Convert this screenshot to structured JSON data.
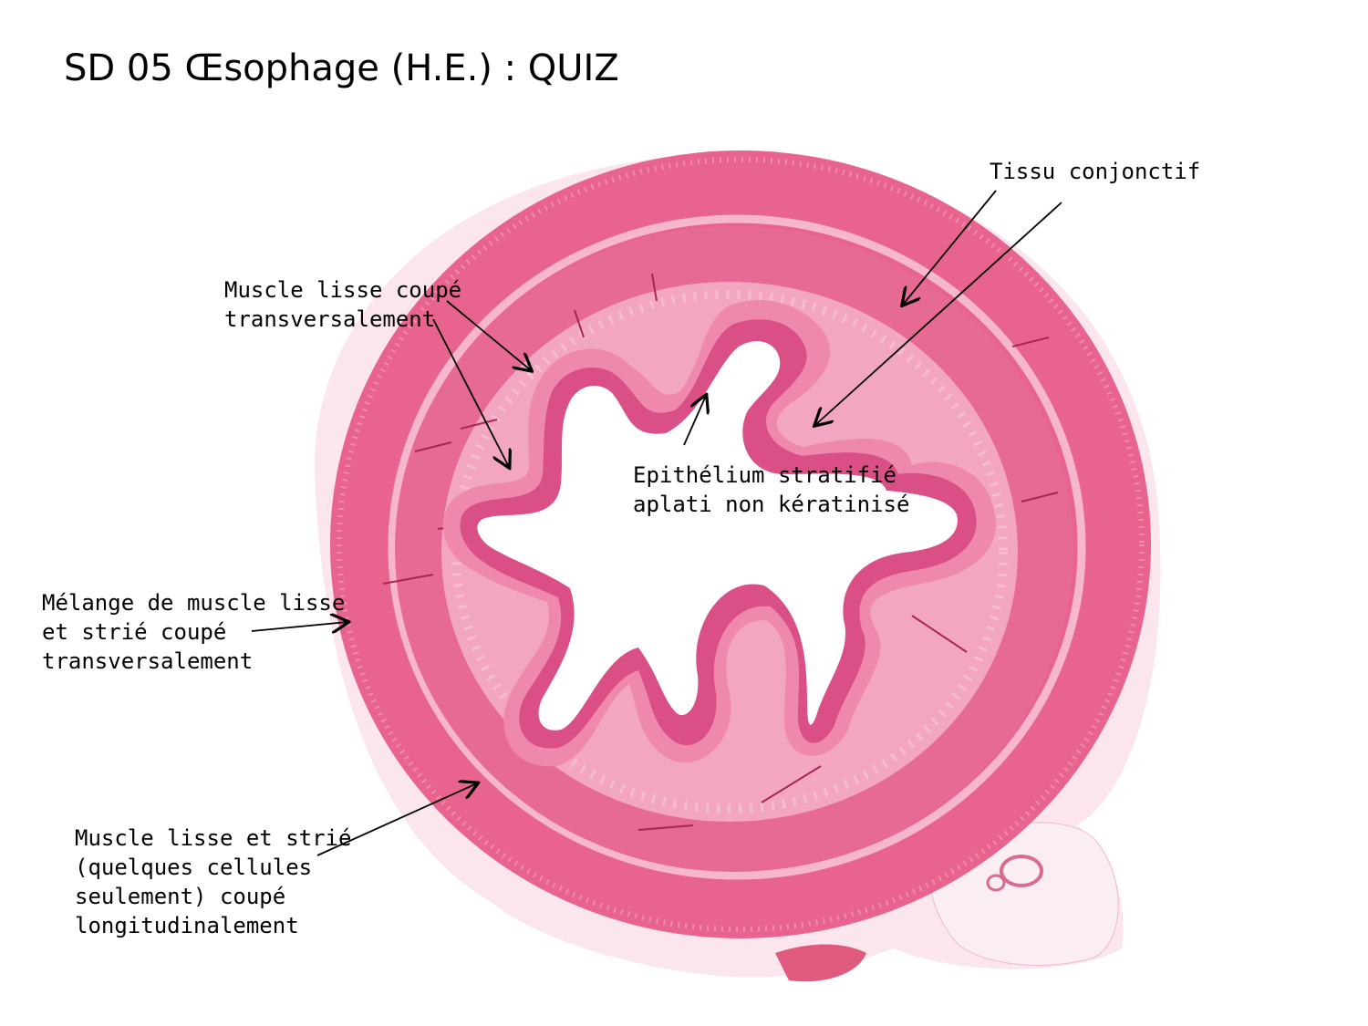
{
  "title": "SD 05 Œsophage (H.E.) : QUIZ",
  "labels": {
    "tissu_conjonctif": "Tissu conjonctif",
    "muscle_lisse_transv": [
      "Muscle lisse coupé",
      "transversalement"
    ],
    "epithelium": [
      "Epithélium stratifié",
      "aplati non kératinisé"
    ],
    "melange": [
      "Mélange de muscle lisse",
      "et strié coupé",
      "transversalement"
    ],
    "muscle_lisse_strie_long": [
      "Muscle lisse et strié",
      "(quelques cellules",
      "seulement) coupé",
      "longitudinalement"
    ]
  },
  "colors": {
    "background": "#ffffff",
    "outer_muscle": "#e8648f",
    "inner_muscle": "#e76a95",
    "submucosa": "#f2a6c2",
    "epithelium": "#d94f86",
    "lamina_propria": "#ee88ac",
    "adventitia": "#fbe3ec",
    "lumen": "#ffffff",
    "arrow": "#000000"
  }
}
